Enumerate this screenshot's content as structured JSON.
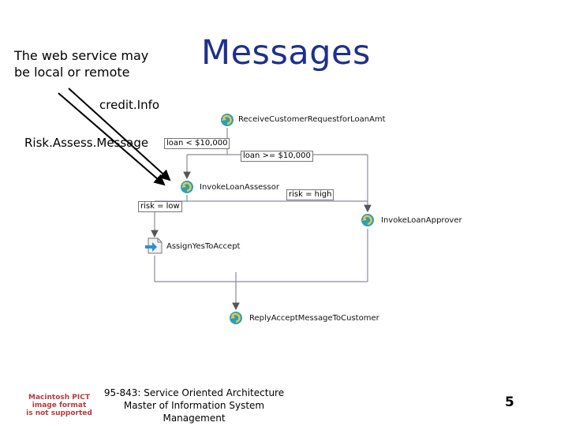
{
  "note": [
    "The web service may",
    "be local or remote"
  ],
  "title": "Messages",
  "callouts": {
    "credit_info": "credit.Info",
    "risk_assess": "Risk.Assess.Message"
  },
  "workflow": {
    "nodes": {
      "receive": "ReceiveCustomerRequestforLoanAmt",
      "invoke_assessor": "InvokeLoanAssessor",
      "invoke_approver": "InvokeLoanApprover",
      "assign": "AssignYesToAccept",
      "reply": "ReplyAcceptMessageToCustomer"
    },
    "conditions": {
      "loan_lt": "loan < $10,000",
      "loan_ge": "loan >= $10,000",
      "risk_high": "risk = high",
      "risk_low": "risk = low"
    }
  },
  "footer": {
    "course": "95-843: Service Oriented Architecture",
    "program": [
      "Master of Information System",
      "Management"
    ]
  },
  "pict_notice": [
    "Macintosh PICT",
    "image format",
    "is not supported"
  ],
  "page_number": "5",
  "colors": {
    "title": "#1f2f8f",
    "pict": "#b43a3a",
    "wire": "#8a8aa0"
  }
}
